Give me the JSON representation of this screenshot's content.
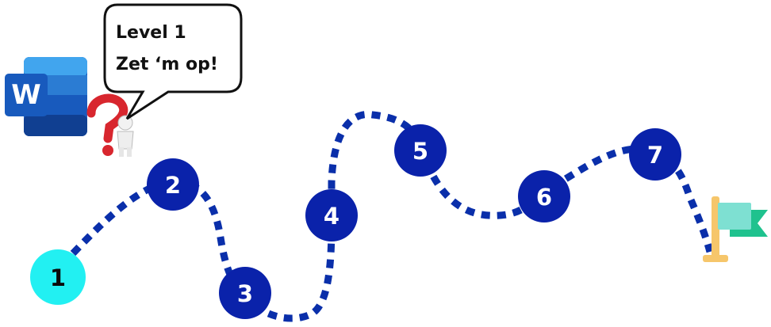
{
  "speech_bubble": {
    "line1": "Level 1",
    "line2": "Zet ‘m op!"
  },
  "word_logo": {
    "letter": "W",
    "icon": "word-app-icon"
  },
  "question_figure": {
    "icon": "question-mark-figure-icon",
    "color": "#d8262e"
  },
  "path": {
    "dot_color": "#0a2faa",
    "levels": [
      {
        "label": "1",
        "status": "current",
        "fill": "#22f0f2",
        "text_color": "#0a0a0a"
      },
      {
        "label": "2",
        "status": "locked",
        "fill": "#0a22aa",
        "text_color": "#ffffff"
      },
      {
        "label": "3",
        "status": "locked",
        "fill": "#0a22aa",
        "text_color": "#ffffff"
      },
      {
        "label": "4",
        "status": "locked",
        "fill": "#0a22aa",
        "text_color": "#ffffff"
      },
      {
        "label": "5",
        "status": "locked",
        "fill": "#0a22aa",
        "text_color": "#ffffff"
      },
      {
        "label": "6",
        "status": "locked",
        "fill": "#0a22aa",
        "text_color": "#ffffff"
      },
      {
        "label": "7",
        "status": "locked",
        "fill": "#0a22aa",
        "text_color": "#ffffff"
      }
    ]
  },
  "finish_flag": {
    "icon": "finish-flag-icon",
    "pole_color": "#f6c66b",
    "flag_colors": [
      "#7ee0d2",
      "#1fc28e"
    ]
  }
}
